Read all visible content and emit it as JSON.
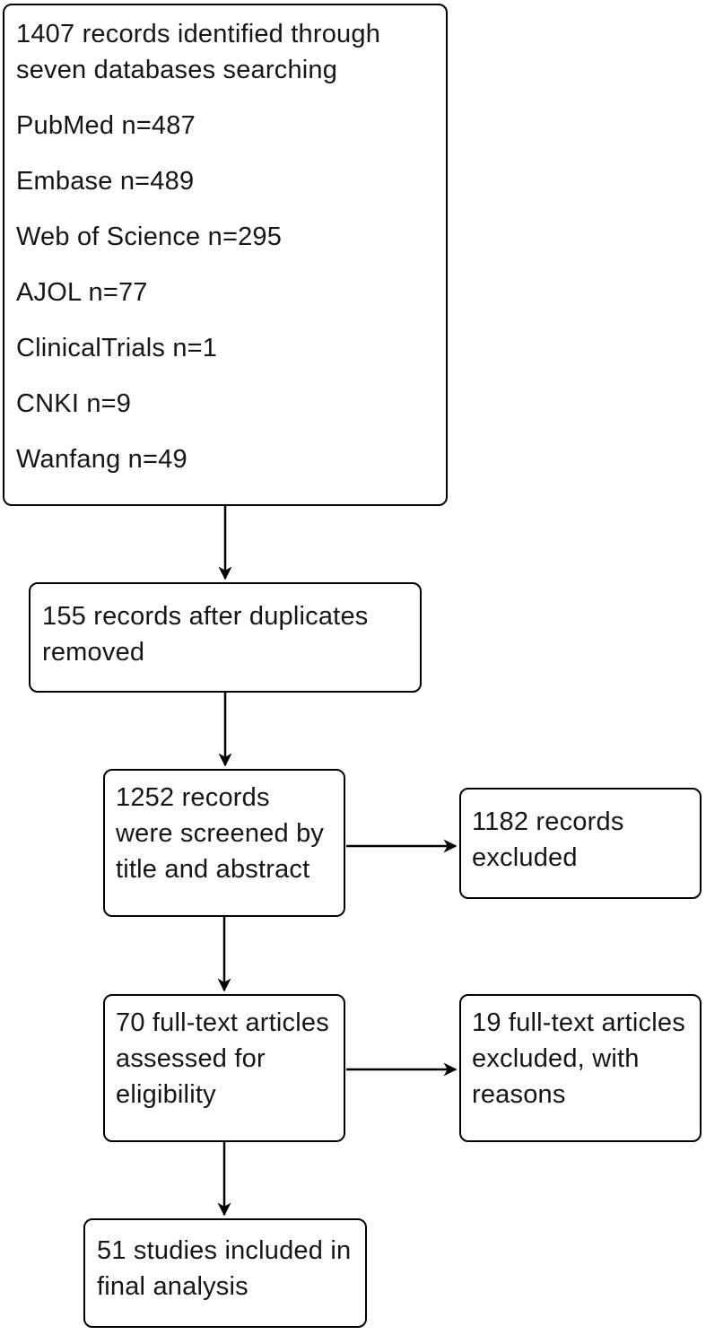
{
  "diagram": {
    "type": "flowchart",
    "background_color": "#ffffff",
    "box_border_color": "#000000",
    "arrow_color": "#000000",
    "text_color": "#161616",
    "nodes": {
      "identification": {
        "title_lines": [
          "1407 records identified through",
          "seven databases searching"
        ],
        "databases": [
          "PubMed n=487",
          "Embase n=489",
          "Web of Science n=295",
          "AJOL n=77",
          "ClinicalTrials n=1",
          "CNKI n=9",
          "Wanfang n=49"
        ]
      },
      "duplicates_removed": {
        "lines": [
          "155 records after duplicates",
          "removed"
        ]
      },
      "screened": {
        "lines": [
          "1252 records",
          "were screened by",
          "title and abstract"
        ]
      },
      "records_excluded": {
        "lines": [
          "1182 records",
          "excluded"
        ]
      },
      "fulltext_assessed": {
        "lines": [
          "70 full-text articles",
          "assessed for",
          "eligibility"
        ]
      },
      "fulltext_excluded": {
        "lines": [
          "19 full-text articles",
          "excluded, with",
          "reasons"
        ]
      },
      "included": {
        "lines": [
          "51 studies included in",
          "final analysis"
        ]
      }
    }
  }
}
